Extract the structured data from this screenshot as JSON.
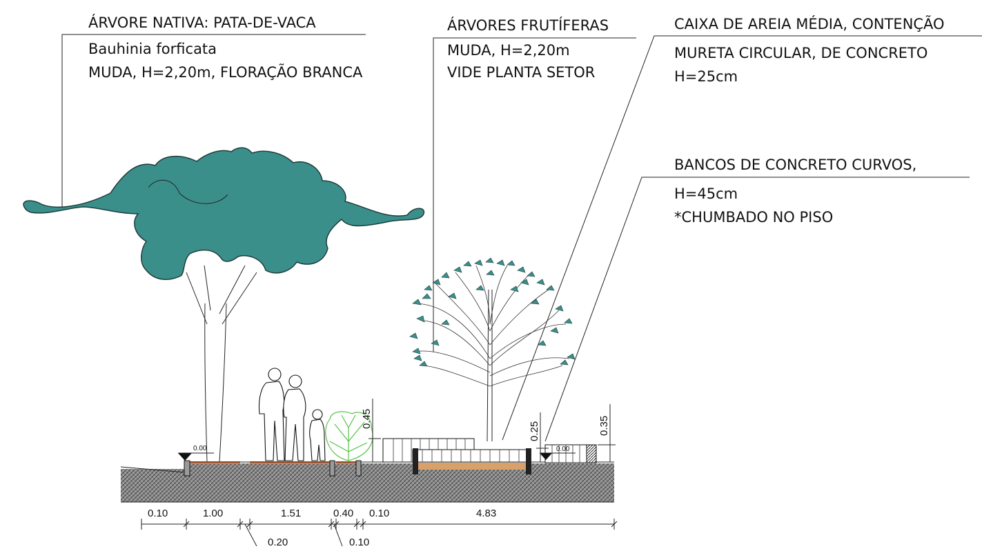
{
  "annotations": {
    "native_tree": {
      "title": "ÁRVORE NATIVA: PATA-DE-VACA",
      "line1": "Bauhinia forficata",
      "line2": "MUDA, H=2,20m, FLORAÇÃO BRANCA"
    },
    "fruit_trees": {
      "title": "ÁRVORES FRUTÍFERAS",
      "line1": "MUDA, H=2,20m",
      "line2": "VIDE PLANTA SETOR"
    },
    "sandbox": {
      "title": "CAIXA DE AREIA MÉDIA, CONTENÇÃO",
      "line1": "MURETA CIRCULAR, DE CONCRETO",
      "line2": "H=25cm"
    },
    "benches": {
      "title": "BANCOS DE CONCRETO CURVOS,",
      "line1": "H=45cm",
      "line2": "*CHUMBADO NO PISO"
    }
  },
  "levels": {
    "left": "0.00",
    "right": "0.00"
  },
  "dimensions": {
    "horizontal": [
      "0.10",
      "1.00",
      "1.51",
      "0.40",
      "0.10",
      "4.83"
    ],
    "below": [
      "0.20",
      "0.10"
    ],
    "vertical": [
      "0.45",
      "0.25",
      "0.35"
    ]
  },
  "colors": {
    "canopy": "#3b8f8b",
    "paving": "#e0763f",
    "sand": "#d9a06a",
    "shrub": "#55c247",
    "ground": "#555555"
  }
}
